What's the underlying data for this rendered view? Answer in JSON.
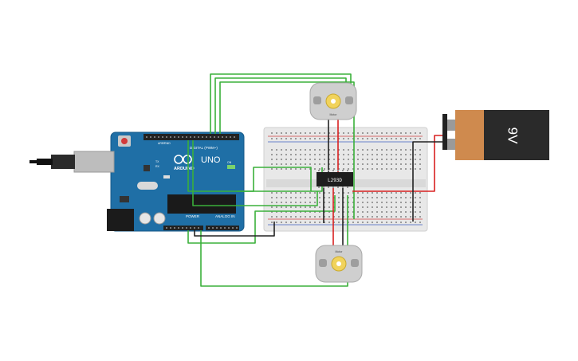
{
  "arduino": {
    "brand": "ARDUINO",
    "model": "UNO",
    "digital_label": "DIGITAL (PWM~)",
    "analog_label": "ANALOG IN",
    "power_label": "POWER",
    "aref": "AREF",
    "gnd": "GND",
    "tx": "TX",
    "rx": "RX",
    "on": "ON"
  },
  "chip": {
    "label": "L293D"
  },
  "battery": {
    "label": "9V"
  },
  "motor_top": {
    "label": "Motor"
  },
  "motor_bottom": {
    "label": "Motor"
  },
  "colors": {
    "wire_green": "#3ab03a",
    "wire_red": "#d82020",
    "wire_black": "#222222",
    "arduino_blue": "#1f6fa6",
    "battery_orange": "#cf8a4e",
    "battery_black": "#2a2a2a",
    "breadboard": "#e6e6e6",
    "motor_gray": "#cfcfcf",
    "motor_hub": "#f1d35c"
  }
}
